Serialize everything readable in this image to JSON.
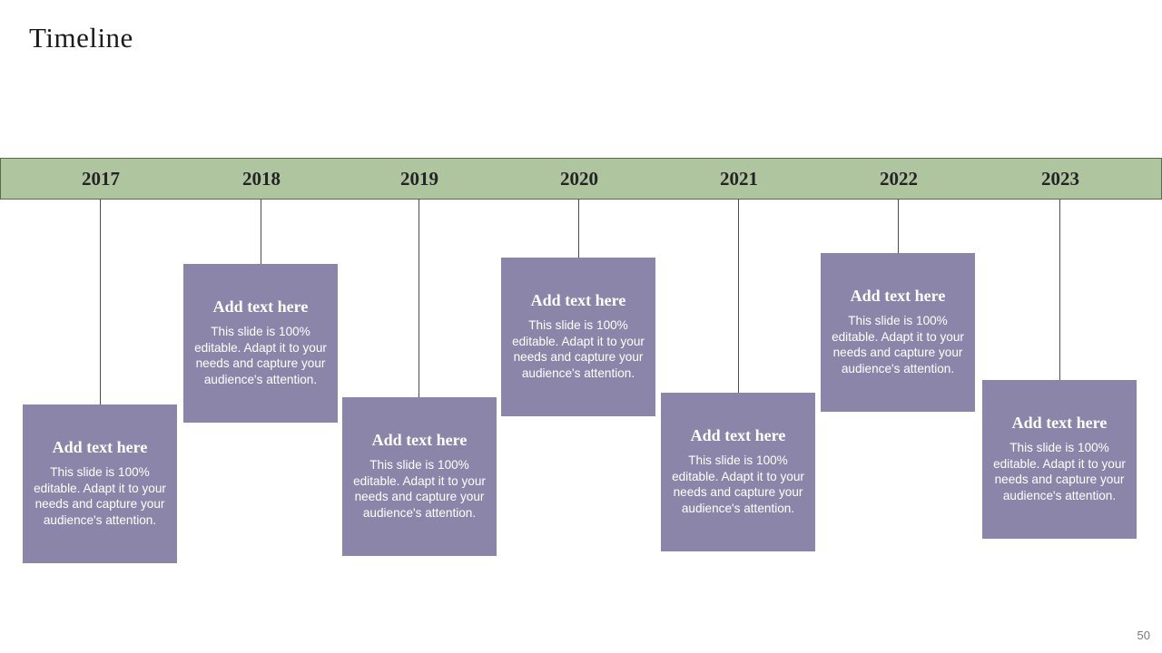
{
  "slide": {
    "title": "Timeline",
    "page_number": "50"
  },
  "theme": {
    "bar_fill": "#aec5a0",
    "bar_border": "#5a6b4d",
    "card_fill": "#8b85aa",
    "connector_color": "#4d4d4d",
    "card_text_color": "#ffffff"
  },
  "timeline": {
    "years": [
      {
        "label": "2017",
        "position": "low",
        "card": {
          "heading": "Add text here",
          "body": "This slide is 100% editable. Adapt it to your needs and capture your audience's attention."
        }
      },
      {
        "label": "2018",
        "position": "high",
        "card": {
          "heading": "Add text here",
          "body": "This slide is 100% editable. Adapt it to your needs and capture your audience's attention."
        }
      },
      {
        "label": "2019",
        "position": "low",
        "card": {
          "heading": "Add text here",
          "body": "This slide is 100% editable. Adapt it to your needs and capture your audience's attention."
        }
      },
      {
        "label": "2020",
        "position": "high",
        "card": {
          "heading": "Add text here",
          "body": "This slide is 100% editable. Adapt it to your needs and capture your audience's attention."
        }
      },
      {
        "label": "2021",
        "position": "low",
        "card": {
          "heading": "Add text here",
          "body": "This slide is 100% editable. Adapt it to your needs and capture your audience's attention."
        }
      },
      {
        "label": "2022",
        "position": "high",
        "card": {
          "heading": "Add text here",
          "body": "This slide is 100% editable. Adapt it to your needs and capture your audience's attention."
        }
      },
      {
        "label": "2023",
        "position": "low",
        "card": {
          "heading": "Add text here",
          "body": "This slide is 100% editable. Adapt it to your needs and capture your audience's attention."
        }
      }
    ]
  }
}
